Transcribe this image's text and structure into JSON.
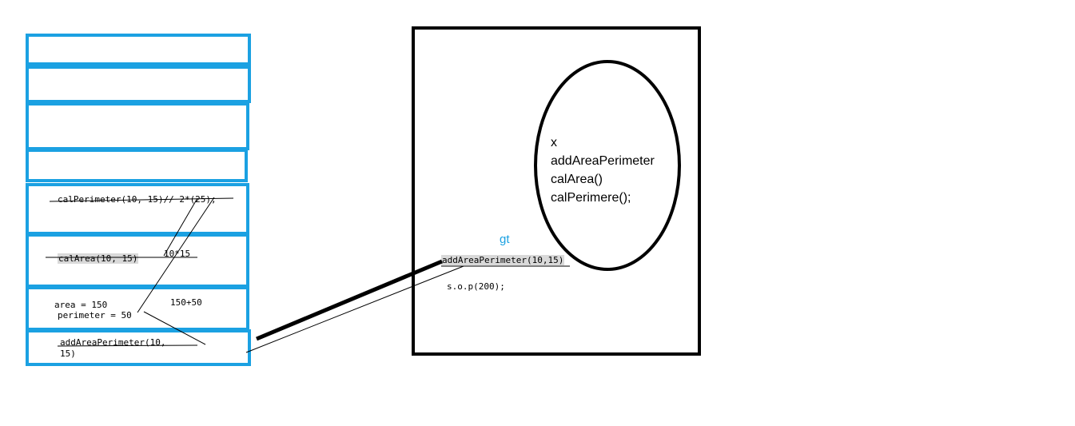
{
  "stack_frames": {
    "calPerimeter_call": "calPerimeter(10, 15)// 2*(25);",
    "calArea_call": "calArea(10, 15)",
    "calArea_note": "10*15",
    "area_line": "area = 150",
    "perimeter_line": "perimeter =  50",
    "sum_note": "150+50",
    "addAreaPerimeter_call_line1": "addAreaPerimeter(10,",
    "addAreaPerimeter_call_line2": "15)"
  },
  "heap": {
    "object_label": "gt",
    "method_call": "addAreaPerimeter(10,15)",
    "print_call": "s.o.p(200);",
    "object_members": [
      "x",
      "addAreaPerimeter",
      "calArea()",
      "calPerimere();"
    ]
  },
  "colors": {
    "stack_border": "#1ba1e2",
    "object_label": "#1ba1e2",
    "highlight": "#d9d9d9",
    "ink": "#000000"
  }
}
